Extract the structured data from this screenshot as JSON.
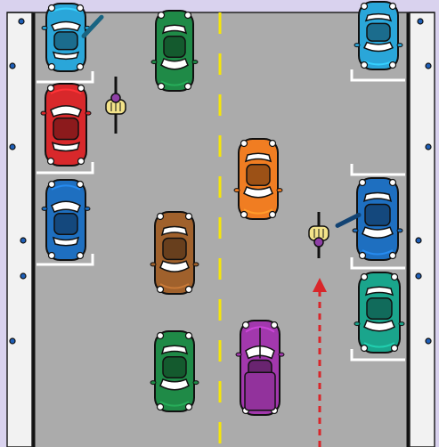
{
  "scene": {
    "title": "",
    "colors": {
      "frame": "#d9d2ee",
      "sidewalk": "#f2f2f2",
      "road": "#ababab",
      "curb": "#111111",
      "center_line": "#f6e60a",
      "parking_line": "#ffffff",
      "arrow": "#d9262a"
    }
  },
  "vehicles": [
    {
      "name": "parked-car-sky-blue-top-left",
      "color": "#2aa6d9",
      "direction": "up",
      "door_open": true
    },
    {
      "name": "parked-car-red-left",
      "color": "#d8282b",
      "direction": "up",
      "door_open": false
    },
    {
      "name": "parked-car-blue-left",
      "color": "#1e6fc0",
      "direction": "up",
      "door_open": false
    },
    {
      "name": "moving-car-green-top",
      "color": "#1f8a47",
      "direction": "down",
      "door_open": false
    },
    {
      "name": "moving-car-orange",
      "color": "#f07d22",
      "direction": "down",
      "door_open": false
    },
    {
      "name": "moving-car-brown",
      "color": "#a0612c",
      "direction": "down",
      "door_open": false
    },
    {
      "name": "moving-car-green-bottom",
      "color": "#1f8a47",
      "direction": "down",
      "door_open": false
    },
    {
      "name": "truck-purple",
      "color": "#a238ad",
      "direction": "up",
      "door_open": false
    },
    {
      "name": "parked-car-sky-blue-top-right",
      "color": "#2aa6d9",
      "direction": "down",
      "door_open": false
    },
    {
      "name": "parked-car-blue-right",
      "color": "#1e6fc0",
      "direction": "down",
      "door_open": true
    },
    {
      "name": "parked-car-teal-right",
      "color": "#1aa58c",
      "direction": "down",
      "door_open": false
    }
  ],
  "cyclists": [
    {
      "name": "cyclist-left-lane",
      "helmet_color": "#8e3fa6",
      "direction": "down"
    },
    {
      "name": "cyclist-right-lane",
      "helmet_color": "#8e3fa6",
      "direction": "up"
    }
  ],
  "path_arrow": {
    "name": "cyclist-path-arrow",
    "direction": "up"
  }
}
